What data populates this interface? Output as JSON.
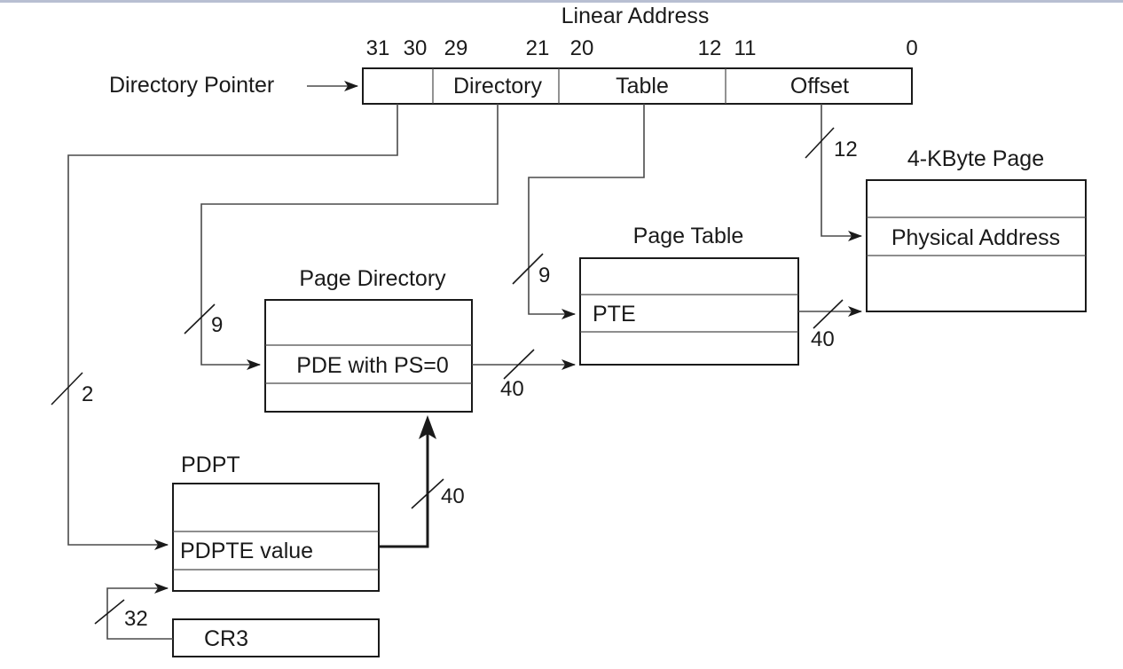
{
  "linear_address": {
    "title": "Linear Address",
    "bit_labels": [
      "31",
      "30",
      "29",
      "21",
      "20",
      "12",
      "11",
      "0"
    ],
    "fields": [
      "Directory",
      "Table",
      "Offset"
    ]
  },
  "directory_pointer_label": "Directory Pointer",
  "page_4k": {
    "title": "4-KByte Page",
    "entry": "Physical Address"
  },
  "page_table": {
    "title": "Page Table",
    "entry": "PTE"
  },
  "page_directory": {
    "title": "Page Directory",
    "entry": "PDE with PS=0"
  },
  "pdpt": {
    "title": "PDPT",
    "entry": "PDPTE value"
  },
  "cr3": {
    "label": "CR3"
  },
  "widths": {
    "offset": "12",
    "table": "9",
    "directory": "9",
    "pointer": "2",
    "pte_to_page": "40",
    "pde_to_table": "40",
    "pdpte_to_dir": "40",
    "cr3_to_pdpt": "32"
  }
}
